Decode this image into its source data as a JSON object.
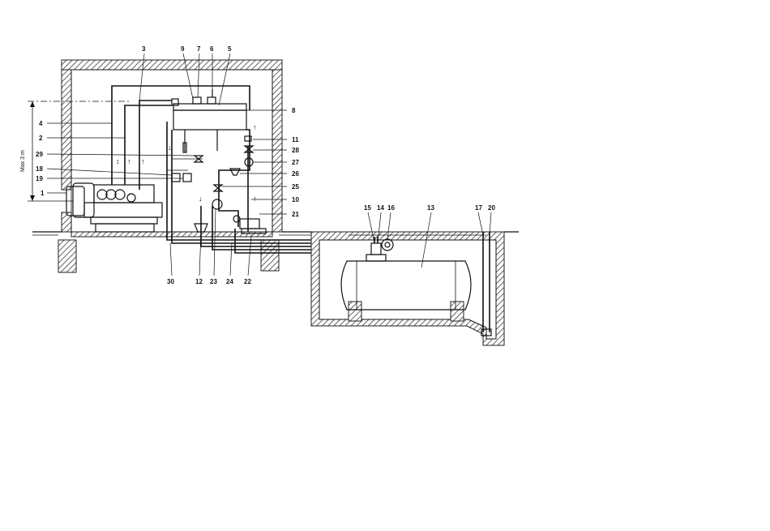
{
  "diagram": {
    "labels_top": [
      "3",
      "9",
      "7",
      "6",
      "5"
    ],
    "labels_right": [
      "8",
      "11",
      "28",
      "27",
      "26",
      "25",
      "10",
      "21"
    ],
    "labels_left": [
      "4",
      "2",
      "29",
      "18",
      "19",
      "1"
    ],
    "labels_bottom": [
      "30",
      "12",
      "23",
      "24",
      "22"
    ],
    "labels_tank": [
      "15",
      "14",
      "16",
      "13",
      "17",
      "20"
    ],
    "height_note": "Max 3 m"
  }
}
